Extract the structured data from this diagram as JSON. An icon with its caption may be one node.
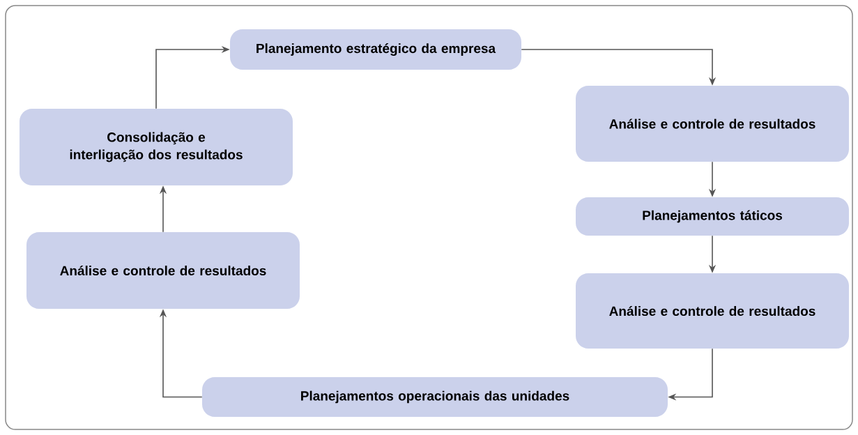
{
  "diagram": {
    "nodes": [
      {
        "text": [
          "Planejamento estratégico da empresa"
        ]
      },
      {
        "text": [
          "Análise e controle de resultados"
        ]
      },
      {
        "text": [
          "Planejamentos táticos"
        ]
      },
      {
        "text": [
          "Análise e controle de resultados"
        ]
      },
      {
        "text": [
          "Planejamentos operacionais das unidades"
        ]
      },
      {
        "text": [
          "Análise e controle de resultados"
        ]
      },
      {
        "text": [
          "Consolidação e interligação dos resultados"
        ]
      }
    ],
    "edges": [
      {
        "from": 0,
        "to": 1,
        "arrow": "to"
      },
      {
        "from": 1,
        "to": 2,
        "arrow": "to"
      },
      {
        "from": 2,
        "to": 3,
        "arrow": "to"
      },
      {
        "from": 3,
        "to": 4,
        "arrow": "to"
      },
      {
        "from": 4,
        "to": 5,
        "arrow": "to"
      },
      {
        "from": 5,
        "to": 6,
        "arrow": "to"
      },
      {
        "from": 6,
        "to": 0,
        "arrow": "to"
      }
    ]
  }
}
